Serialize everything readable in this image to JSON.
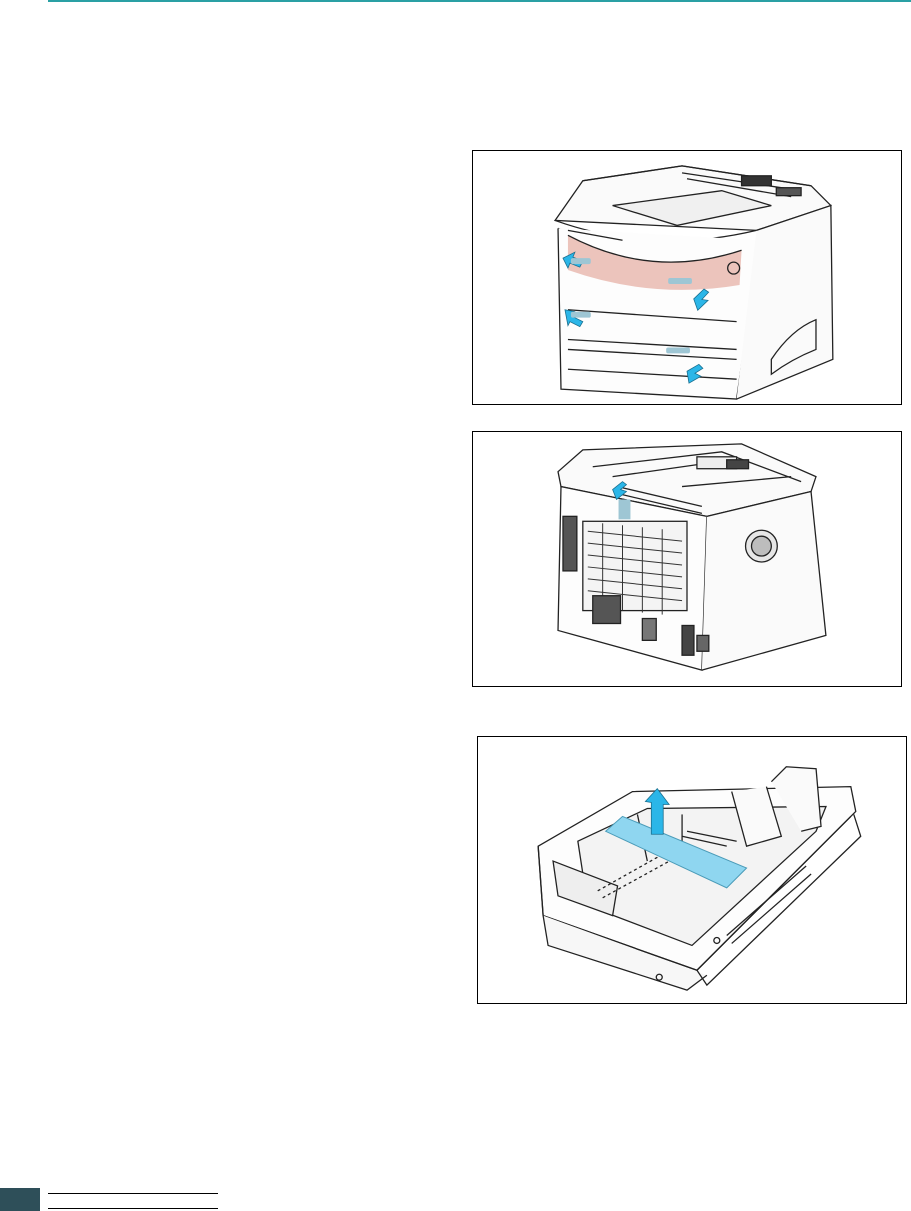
{
  "colors": {
    "rule": "#2aa0a4",
    "accent_blue": "#2bb6e8",
    "paper_blue": "#8fd6f0",
    "pink_panel": "#ecc4bc",
    "footer_block": "#2e4f59",
    "line_art": "#222222"
  },
  "figures": [
    {
      "id": "front-printer-cover-release",
      "arrow_count": 4
    },
    {
      "id": "rear-printer-cover-release",
      "arrow_count": 1
    },
    {
      "id": "paper-tray-remove-jam",
      "arrow_count": 1
    }
  ]
}
